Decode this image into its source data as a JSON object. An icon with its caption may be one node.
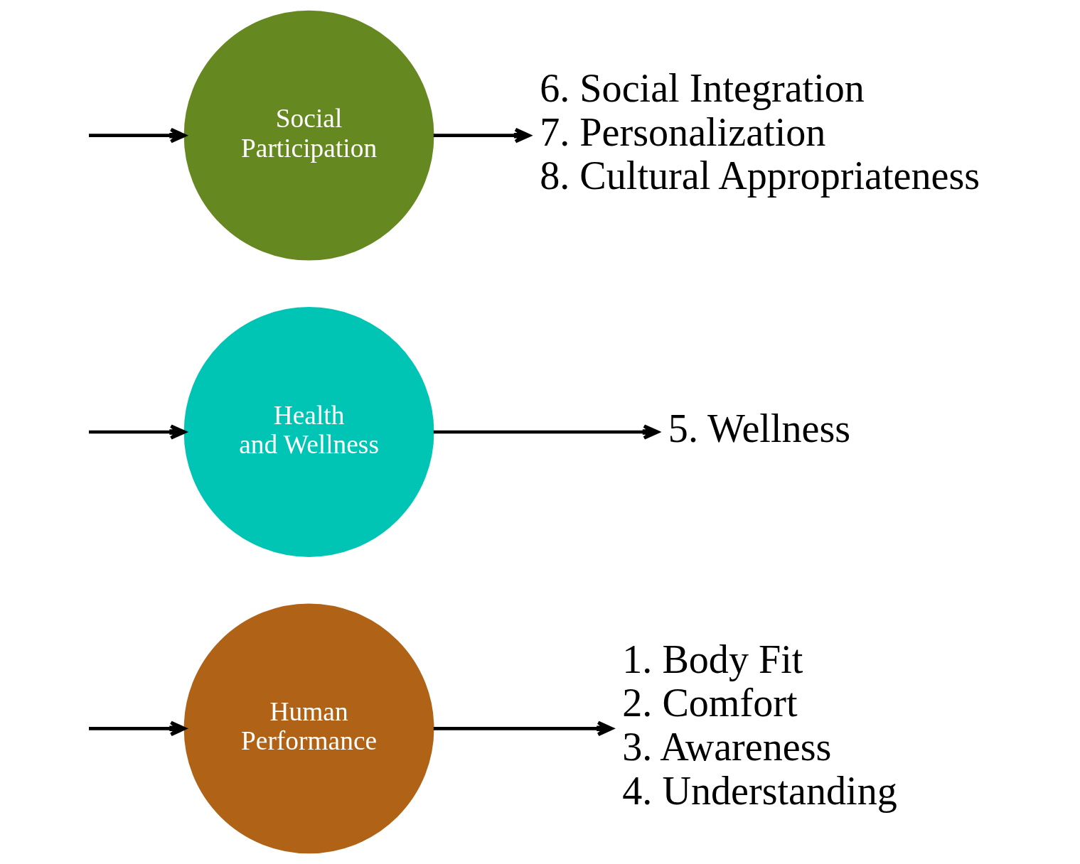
{
  "diagram": {
    "nodes": [
      {
        "text": [
          "Human Performance"
        ]
      },
      {
        "text": [
          "Health and Wellness"
        ]
      },
      {
        "text": [
          "Social Participation"
        ]
      },
      {
        "text": [
          "1. Body Fit",
          "2. Comfort",
          "3. Awareness",
          "4. Understanding"
        ]
      },
      {
        "text": [
          "5. Wellness"
        ]
      },
      {
        "text": [
          "6. Social Integration",
          "7. Personalization",
          "8. Cultural Appropriateness"
        ]
      }
    ],
    "edges": [
      {
        "from": null,
        "to": 0,
        "arrow": "to"
      },
      {
        "from": null,
        "to": 1,
        "arrow": "to"
      },
      {
        "from": null,
        "to": 2,
        "arrow": "to"
      },
      {
        "from": 0,
        "to": 3,
        "arrow": "to"
      },
      {
        "from": 1,
        "to": 4,
        "arrow": "to"
      },
      {
        "from": 2,
        "to": 5,
        "arrow": "to"
      }
    ]
  }
}
